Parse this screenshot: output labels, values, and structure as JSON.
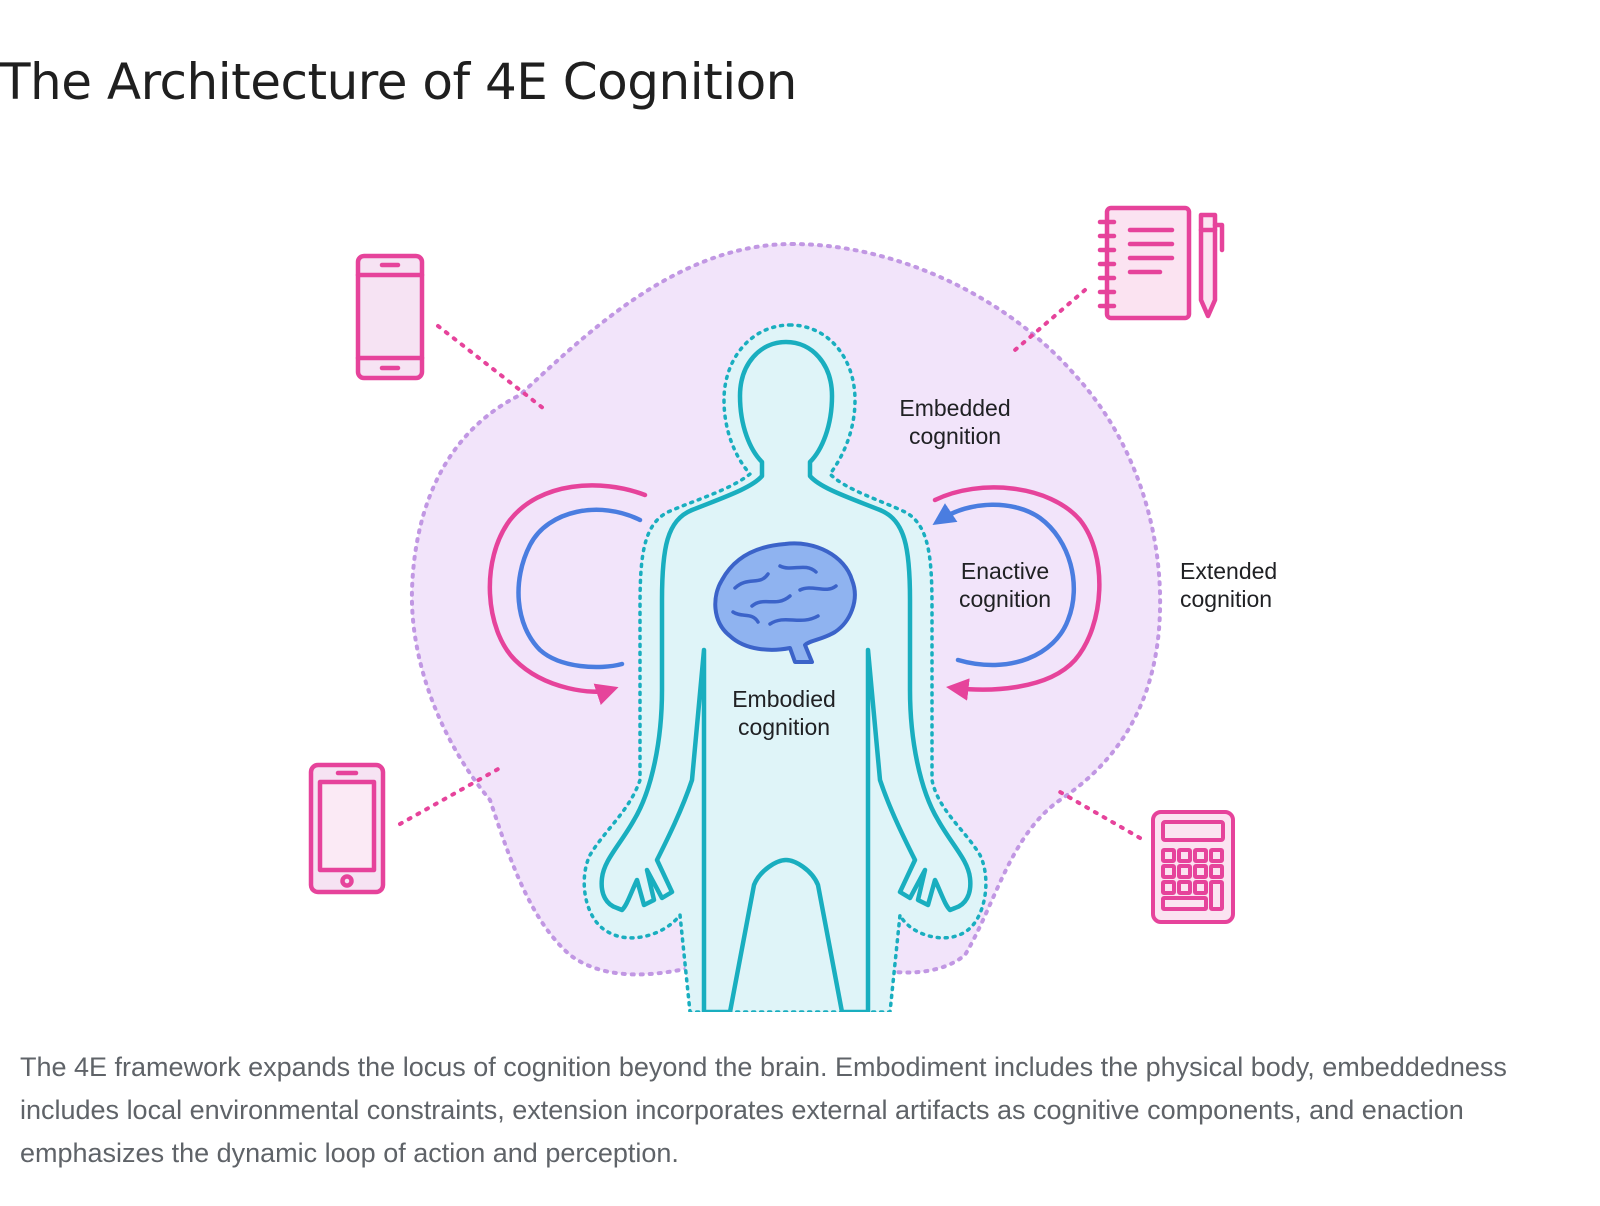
{
  "title": "The Architecture of 4E Cognition",
  "labels": {
    "embedded": [
      "Embedded",
      "cognition"
    ],
    "enactive": [
      "Enactive",
      "cognition"
    ],
    "extended": [
      "Extended",
      "cognition"
    ],
    "embodied": [
      "Embodied",
      "cognition"
    ]
  },
  "artifacts": [
    {
      "name": "smartphone-icon"
    },
    {
      "name": "notebook-and-pen-icon"
    },
    {
      "name": "tablet-icon"
    },
    {
      "name": "calculator-icon"
    }
  ],
  "colors": {
    "environment_fill": "#f2e4fa",
    "environment_stroke": "#c197e3",
    "body_fill": "#dff4f8",
    "body_stroke": "#19aebf",
    "artifact": "#e6439b",
    "loop_pink": "#e6439b",
    "loop_blue": "#4a7de0",
    "brain_fill": "#8fb3f0",
    "brain_stroke": "#3b63c9"
  },
  "caption": "The 4E framework expands the locus of cognition beyond the brain. Embodiment includes the physical body, embeddedness includes local environmental constraints, extension incorporates external artifacts as cognitive components, and enaction emphasizes the dynamic loop of action and perception."
}
